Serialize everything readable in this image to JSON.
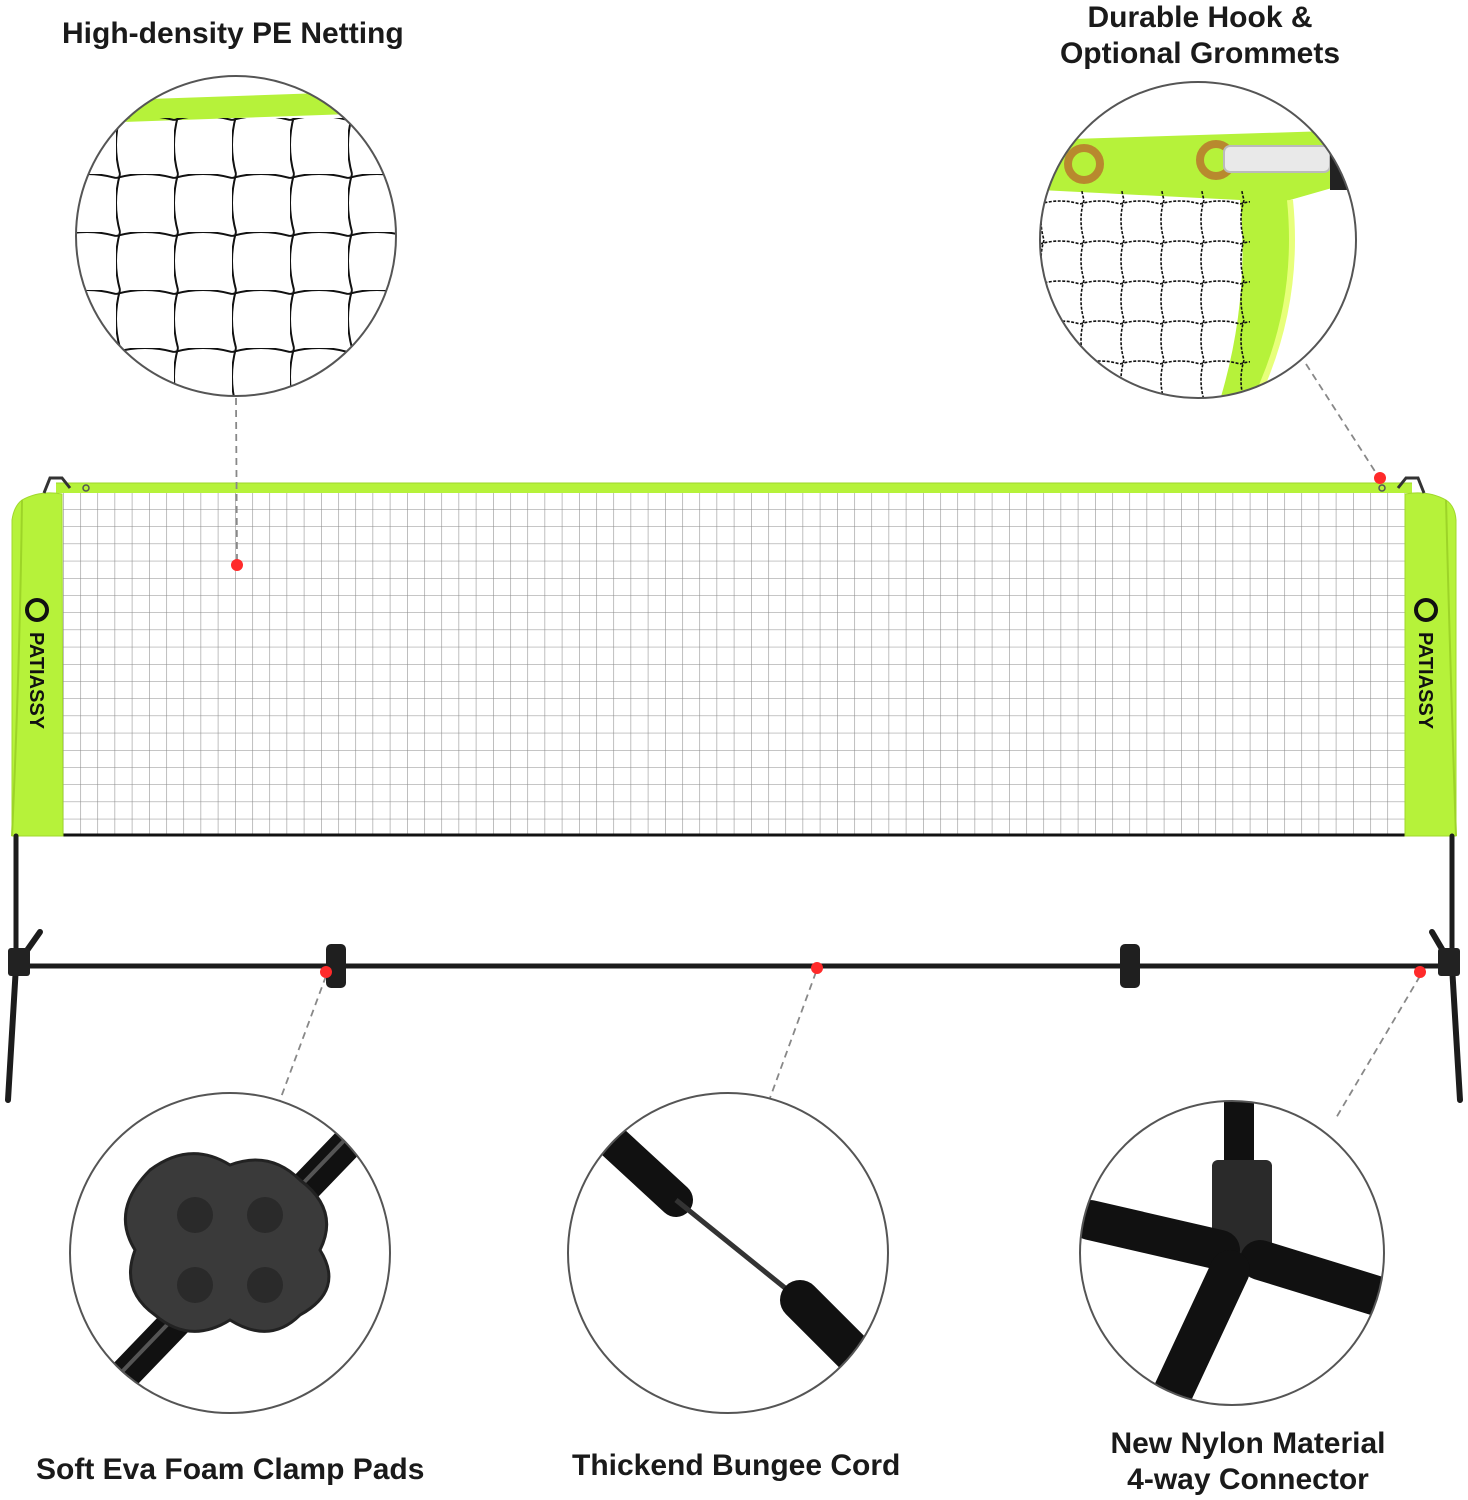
{
  "features": {
    "netting": {
      "label": "High-density PE Netting"
    },
    "hook": {
      "label_line1": "Durable Hook &",
      "label_line2": "Optional Grommets"
    },
    "clamp": {
      "label": "Soft Eva Foam Clamp Pads"
    },
    "bungee": {
      "label": "Thickend Bungee Cord"
    },
    "connector": {
      "label_line1": "New Nylon Material",
      "label_line2": "4-way Connector"
    }
  },
  "brand": {
    "name": "PATIASSY"
  },
  "colors": {
    "net_green": "#b6f23a",
    "frame_black": "#1c1c1c",
    "callout_dot": "#ff2a2a",
    "circle_border": "#555555"
  }
}
